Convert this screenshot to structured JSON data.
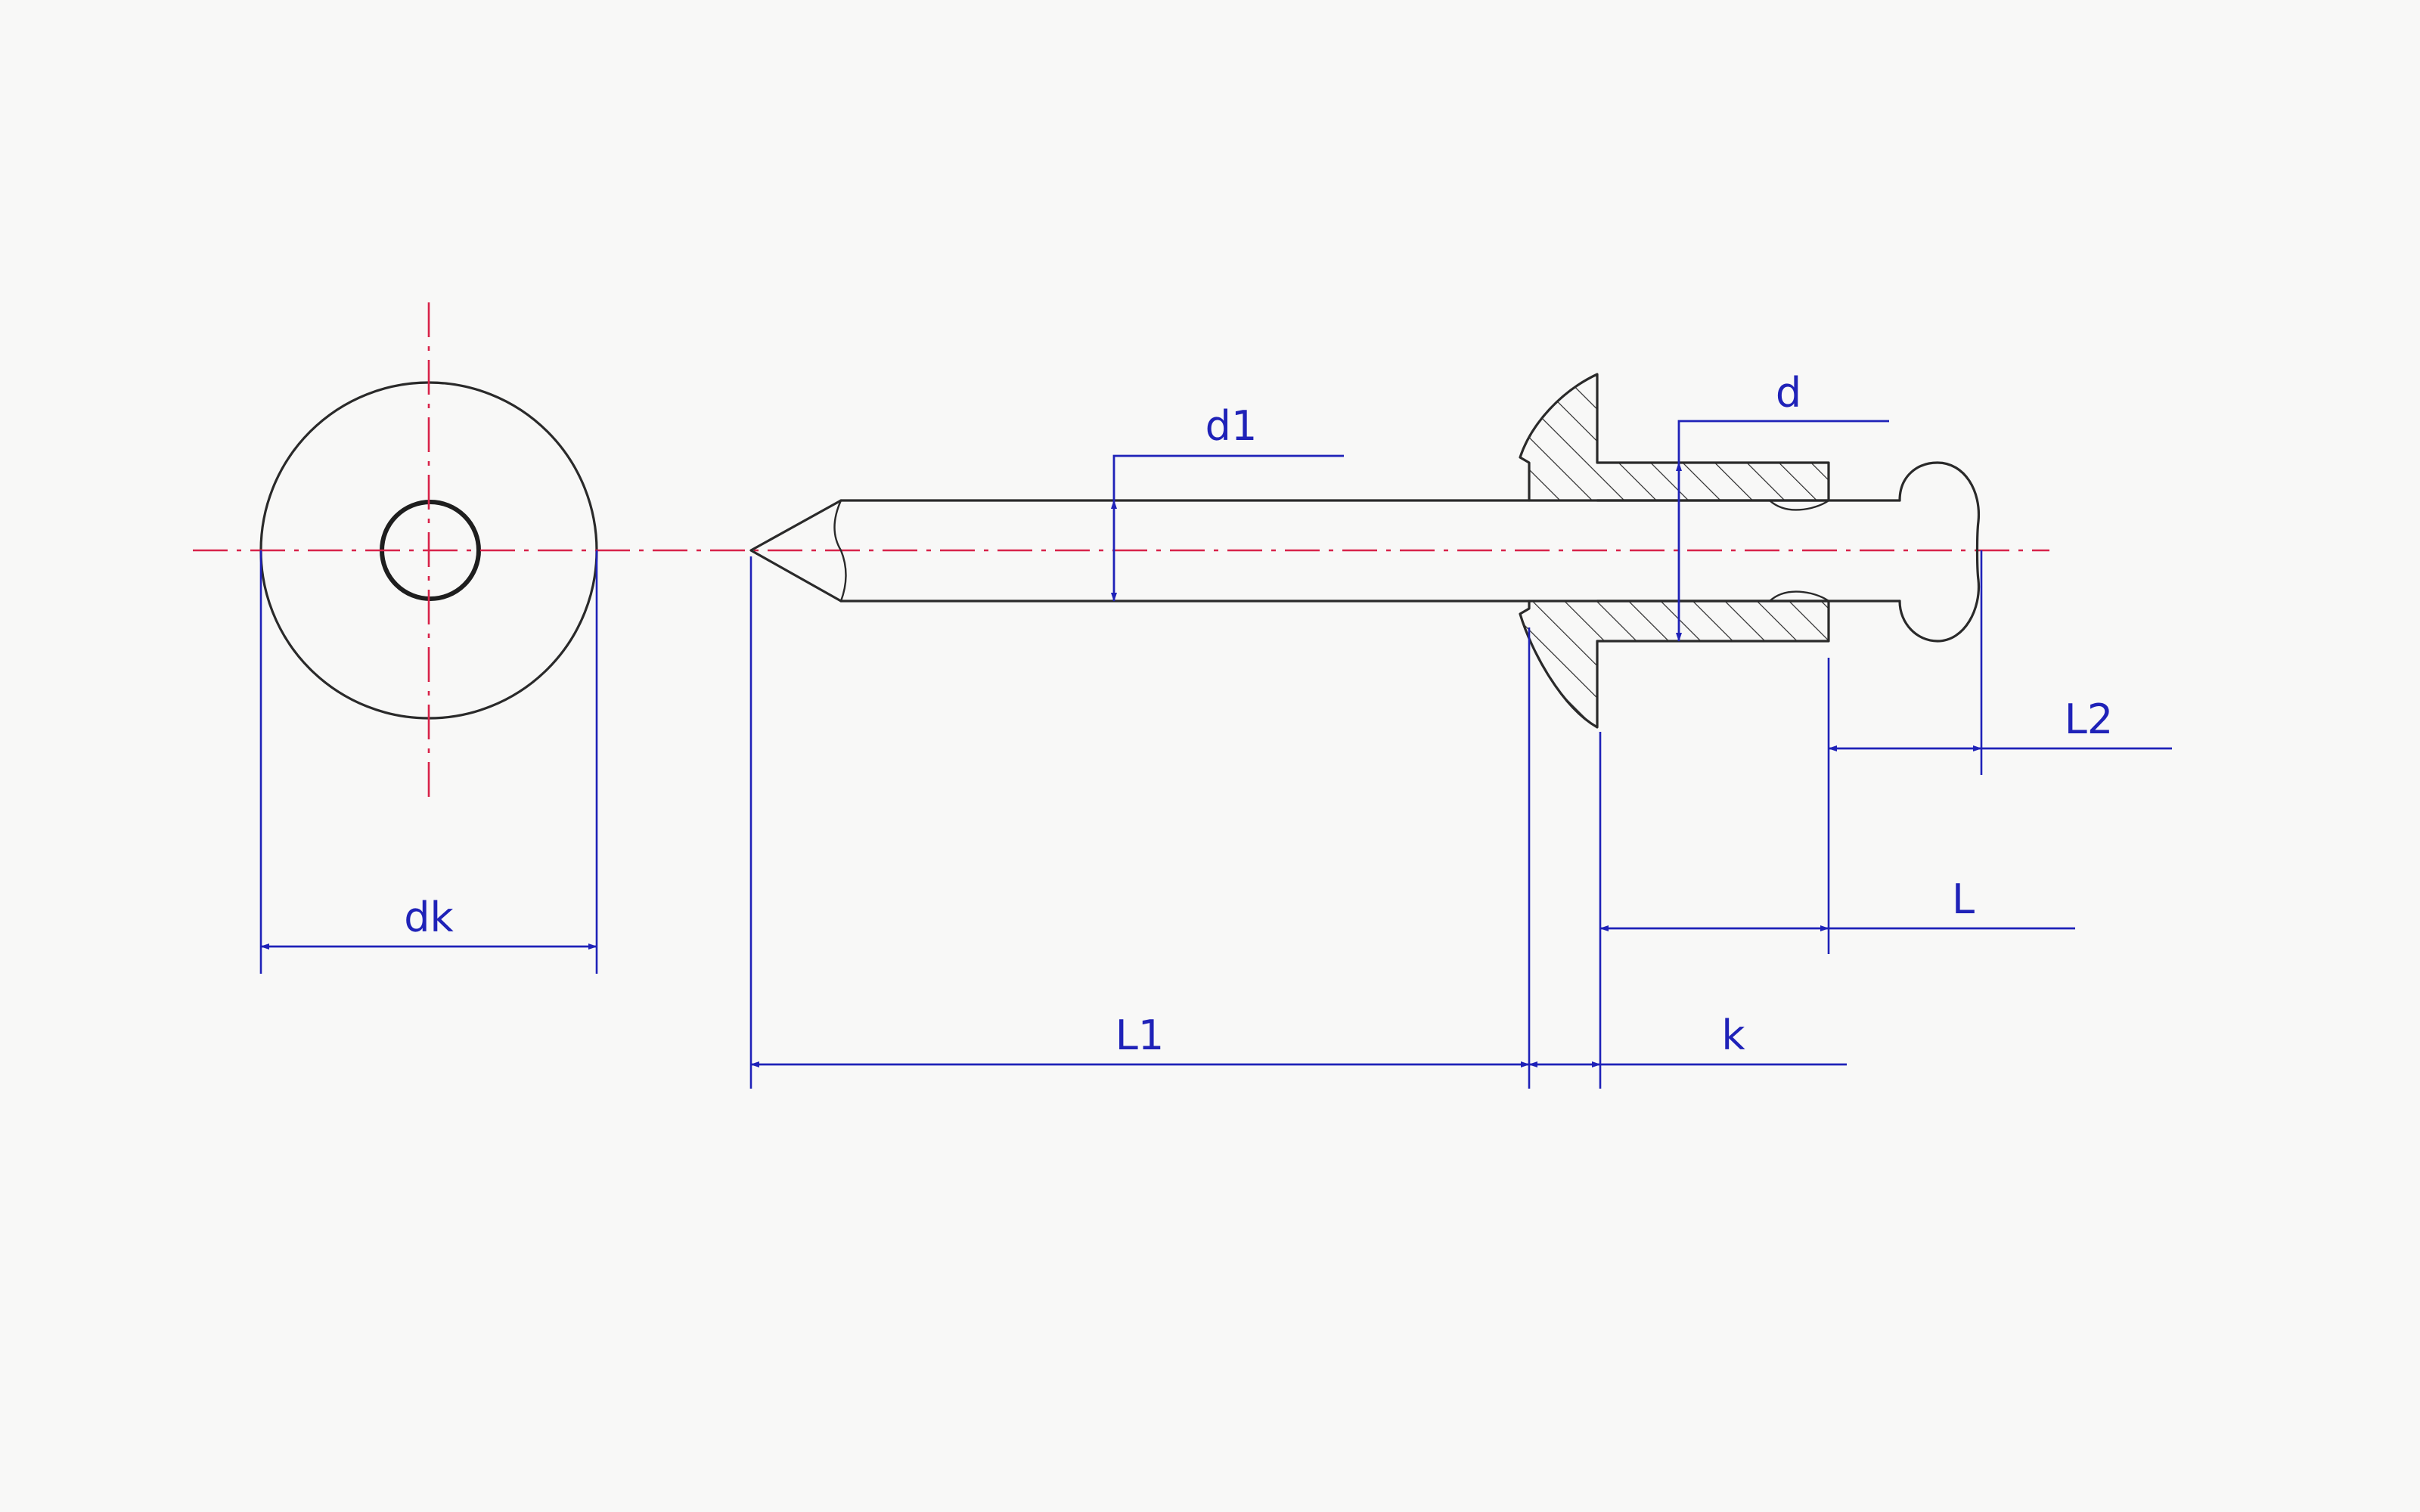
{
  "labels": {
    "dk": "dk",
    "d1": "d1",
    "d": "d",
    "L1": "L1",
    "k": "k",
    "L": "L",
    "L2": "L2"
  },
  "colors": {
    "outline": "#2a2a2a",
    "dimension": "#1f22b8",
    "centerline": "#d8234a",
    "background": "#f8f8f7"
  }
}
